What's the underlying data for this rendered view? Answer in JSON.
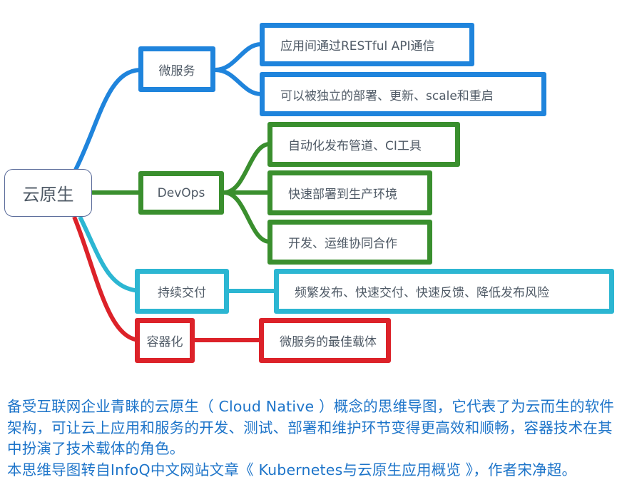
{
  "mindmap": {
    "root": {
      "label": "云原生"
    },
    "branches": [
      {
        "label": "微服务",
        "color": "#1f84dc",
        "children": [
          {
            "label": "应用间通过RESTful API通信"
          },
          {
            "label": "可以被独立的部署、更新、scale和重启"
          }
        ]
      },
      {
        "label": "DevOps",
        "color": "#3a8f2e",
        "children": [
          {
            "label": "自动化发布管道、CI工具"
          },
          {
            "label": "快速部署到生产环境"
          },
          {
            "label": "开发、运维协同合作"
          }
        ]
      },
      {
        "label": "持续交付",
        "color": "#2cb6d2",
        "children": [
          {
            "label": "频繁发布、快速交付、快速反馈、降低发布风险"
          }
        ]
      },
      {
        "label": "容器化",
        "color": "#dc2229",
        "children": [
          {
            "label": "微服务的最佳载体"
          }
        ]
      }
    ]
  },
  "caption": {
    "paragraph1": "备受互联网企业青睐的云原生（ Cloud  Native ）概念的思维导图，它代表了为云而生的软件架构，可让云上应用和服务的开发、测试、部署和维护环节变得更高效和顺畅，容器技术在其中扮演了技术载体的角色。",
    "paragraph2": "本思维导图转自InfoQ中文网站文章《 Kubernetes与云原生应用概览 》，作者宋净超。",
    "color": "#1d74c9"
  }
}
